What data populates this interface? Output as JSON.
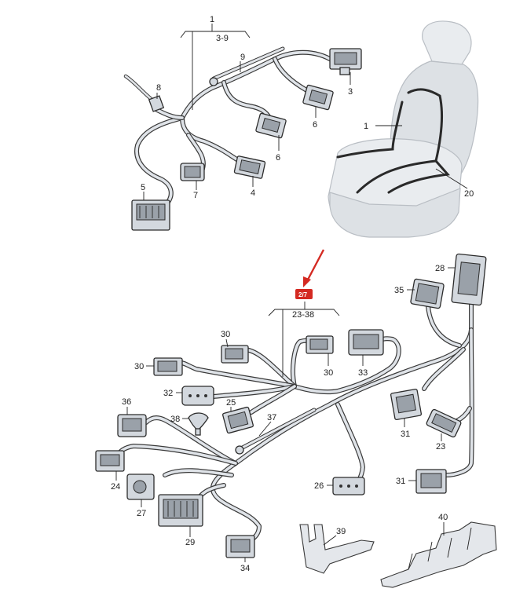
{
  "labels": {
    "l1a": "1",
    "l39a": "3-9",
    "l9": "9",
    "l8": "8",
    "l3": "3",
    "l6a": "6",
    "l6b": "6",
    "l1b": "1",
    "l5": "5",
    "l7": "7",
    "l4": "4",
    "l20": "20",
    "l28": "28",
    "l35": "35",
    "l2338": "23-38",
    "l30a": "30",
    "l30b": "30",
    "l30c": "30",
    "l33": "33",
    "l32": "32",
    "l36": "36",
    "l25": "25",
    "l38": "38",
    "l37": "37",
    "l31a": "31",
    "l31b": "31",
    "l23": "23",
    "l24": "24",
    "l26": "26",
    "l27": "27",
    "l29": "29",
    "l34": "34",
    "l39b": "39",
    "l40": "40"
  },
  "badge": "2/7"
}
